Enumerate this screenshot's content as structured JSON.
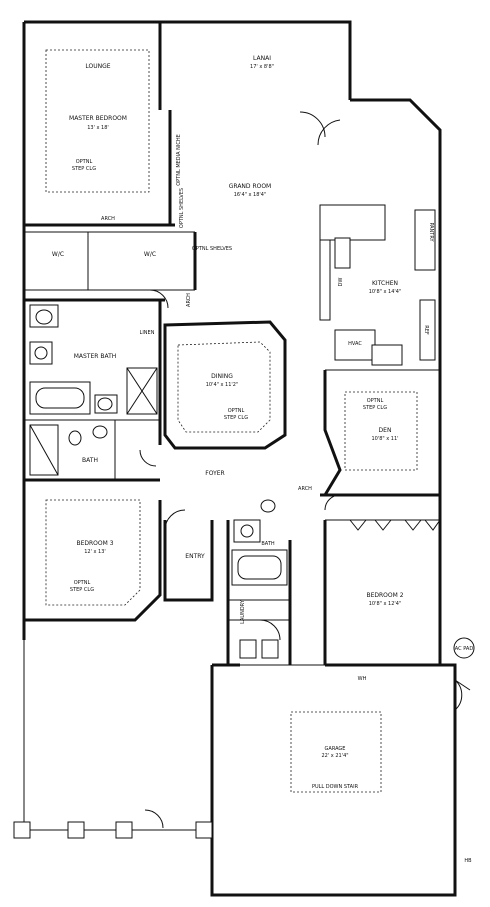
{
  "rooms": {
    "lanai": {
      "name": "LANAI",
      "dim": "17' x 8'8\""
    },
    "lounge": {
      "name": "LOUNGE"
    },
    "master_bedroom": {
      "name": "MASTER BEDROOM",
      "dim": "13' x 18'"
    },
    "master_ceiling": {
      "line1": "OPTNL",
      "line2": "STEP CLG"
    },
    "grand_room": {
      "name": "GRAND ROOM",
      "dim": "16'4\" x 18'4\""
    },
    "wic_left": {
      "name": "W/C"
    },
    "wic_right": {
      "name": "W/C"
    },
    "master_bath": {
      "name": "MASTER BATH"
    },
    "kitchen": {
      "name": "KITCHEN",
      "dim": "10'8\" x 14'4\""
    },
    "dining": {
      "name": "DINING",
      "dim": "10'4\" x 11'2\""
    },
    "dining_ceiling": {
      "line1": "OPTNL",
      "line2": "STEP CLG"
    },
    "den": {
      "name": "DEN",
      "dim": "10'8\" x 11'"
    },
    "den_ceiling": {
      "line1": "OPTNL",
      "line2": "STEP CLG"
    },
    "bath": {
      "name": "BATH"
    },
    "foyer": {
      "name": "FOYER"
    },
    "bedroom3": {
      "name": "BEDROOM 3",
      "dim": "12' x 13'"
    },
    "bedroom3_ceiling": {
      "line1": "OPTNL",
      "line2": "STEP CLG"
    },
    "entry": {
      "name": "ENTRY"
    },
    "bath2": {
      "name": "BATH"
    },
    "bedroom2": {
      "name": "BEDROOM 2",
      "dim": "10'8\" x 12'4\""
    },
    "garage": {
      "name": "GARAGE",
      "dim": "22' x 21'4\""
    }
  },
  "labels": {
    "arch_top": "ARCH",
    "arch_foyer": "ARCH",
    "arch_side": "ARCH",
    "optnl_media": "OPTNL MEDIA NICHE",
    "optnl_shelves": "OPTNL SHELVES",
    "optnl_shelves2": "OPTNL SHELVES",
    "linen": "LINEN",
    "pantry": "PANTRY",
    "ref": "REF",
    "laundry": "LAUNDRY",
    "hvac": "HVAC",
    "ac_pad": "AC PAD",
    "pull_down": "PULL DOWN STAIR",
    "water_heater": "WH",
    "hb": "HB",
    "dw": "DW"
  }
}
